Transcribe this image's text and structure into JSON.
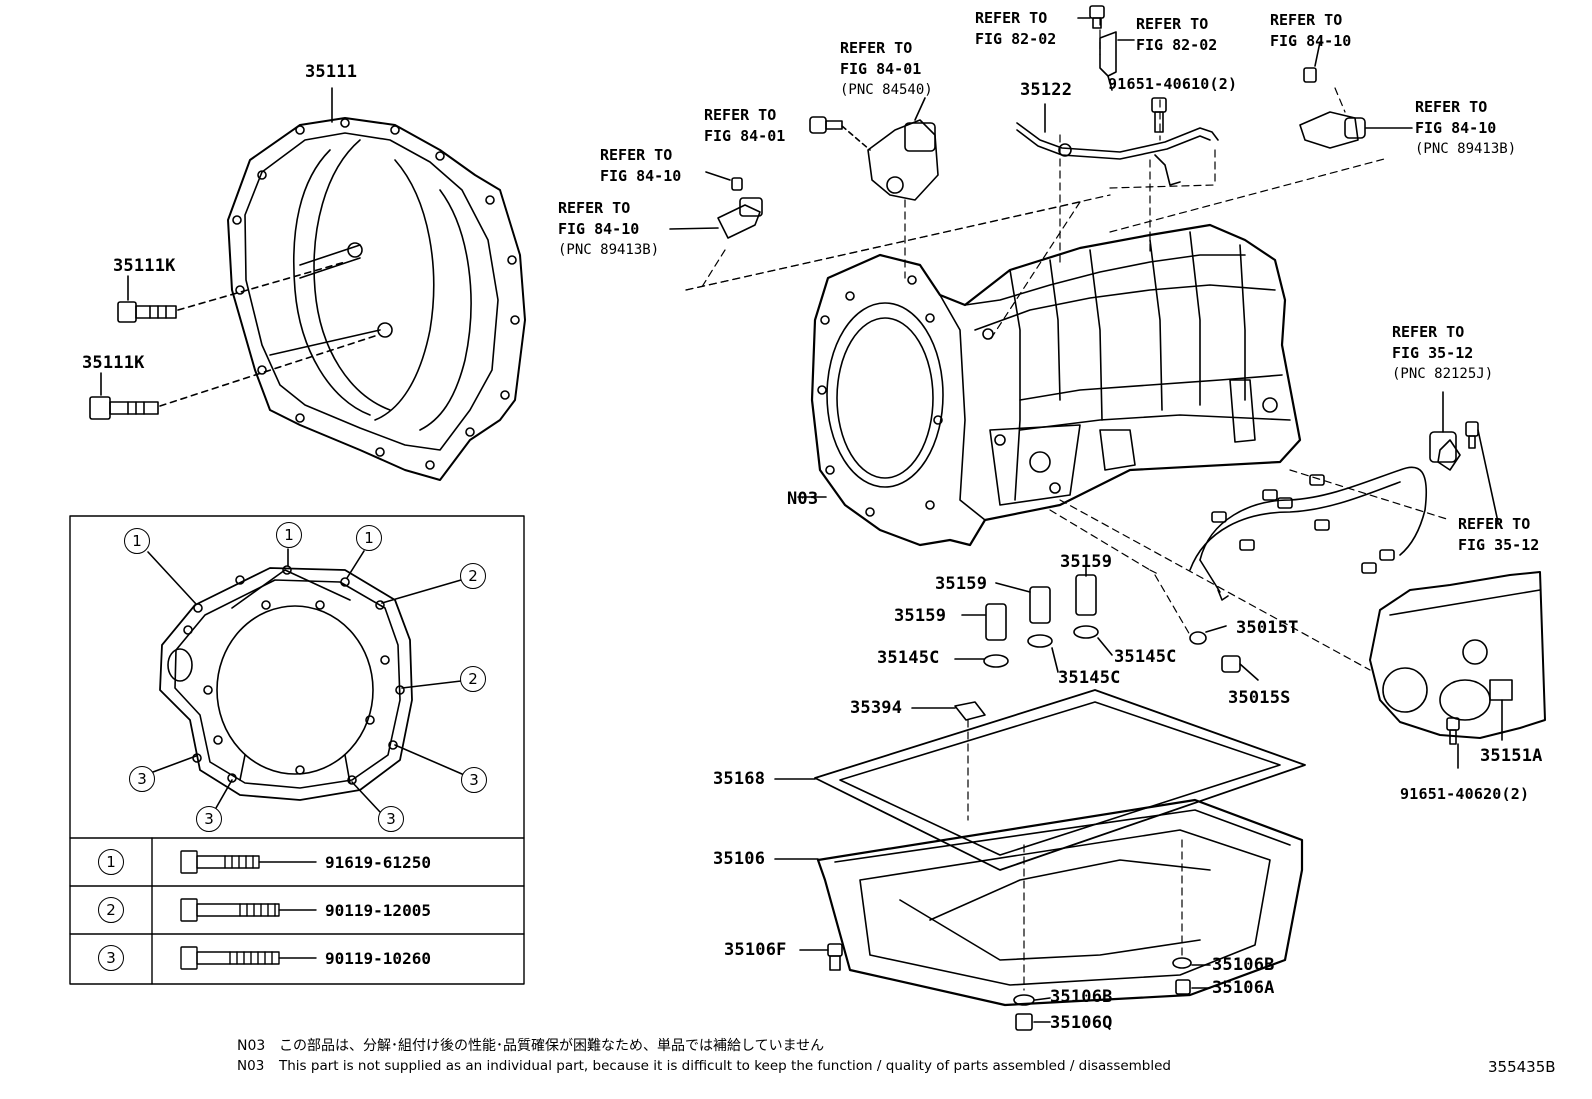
{
  "parts": {
    "p35111": "35111",
    "p35111k_a": "35111K",
    "p35111k_b": "35111K",
    "p35122": "35122",
    "pN03": "N03",
    "p35159_a": "35159",
    "p35159_b": "35159",
    "p35159_c": "35159",
    "p35145c_a": "35145C",
    "p35145c_b": "35145C",
    "p35145c_c": "35145C",
    "p35015t": "35015T",
    "p35015s": "35015S",
    "p35394": "35394",
    "p35168": "35168",
    "p35106": "35106",
    "p35106f": "35106F",
    "p35106b_a": "35106B",
    "p35106b_b": "35106B",
    "p35106a": "35106A",
    "p35106q": "35106Q",
    "p35151a": "35151A",
    "p9165140610": "91651-40610(2)",
    "p9165140620": "91651-40620(2)"
  },
  "refs": {
    "r1": {
      "line1": "REFER TO",
      "line2": "FIG 82-02"
    },
    "r2": {
      "line1": "REFER TO",
      "line2": "FIG 82-02"
    },
    "r3": {
      "line1": "REFER TO",
      "line2": "FIG 84-10"
    },
    "r4": {
      "line1": "REFER TO",
      "line2": "FIG 84-01",
      "pnc": "(PNC 84540)"
    },
    "r5": {
      "line1": "REFER TO",
      "line2": "FIG 84-01"
    },
    "r6": {
      "line1": "REFER TO",
      "line2": "FIG 84-10"
    },
    "r7": {
      "line1": "REFER TO",
      "line2": "FIG 84-10",
      "pnc": "(PNC 89413B)"
    },
    "r8": {
      "line1": "REFER TO",
      "line2": "FIG 84-10",
      "pnc": "(PNC 89413B)"
    },
    "r9": {
      "line1": "REFER TO",
      "line2": "FIG 35-12",
      "pnc": "(PNC 82125J)"
    },
    "r10": {
      "line1": "REFER TO",
      "line2": "FIG 35-12"
    }
  },
  "bolt_pattern": {
    "markers": [
      "1",
      "1",
      "1",
      "2",
      "2",
      "3",
      "3",
      "3",
      "3"
    ]
  },
  "legend": [
    {
      "key": "1",
      "part": "91619-61250"
    },
    {
      "key": "2",
      "part": "90119-12005"
    },
    {
      "key": "3",
      "part": "90119-10260"
    }
  ],
  "footnotes": [
    {
      "code": "N03",
      "text": "この部品は、分解･組付け後の性能･品質確保が困難なため、単品では補給していません"
    },
    {
      "code": "N03",
      "text": "This part is not supplied as an individual part, because it is difficult to keep the function / quality of parts assembled / disassembled"
    }
  ],
  "illustration_number": "355435B"
}
